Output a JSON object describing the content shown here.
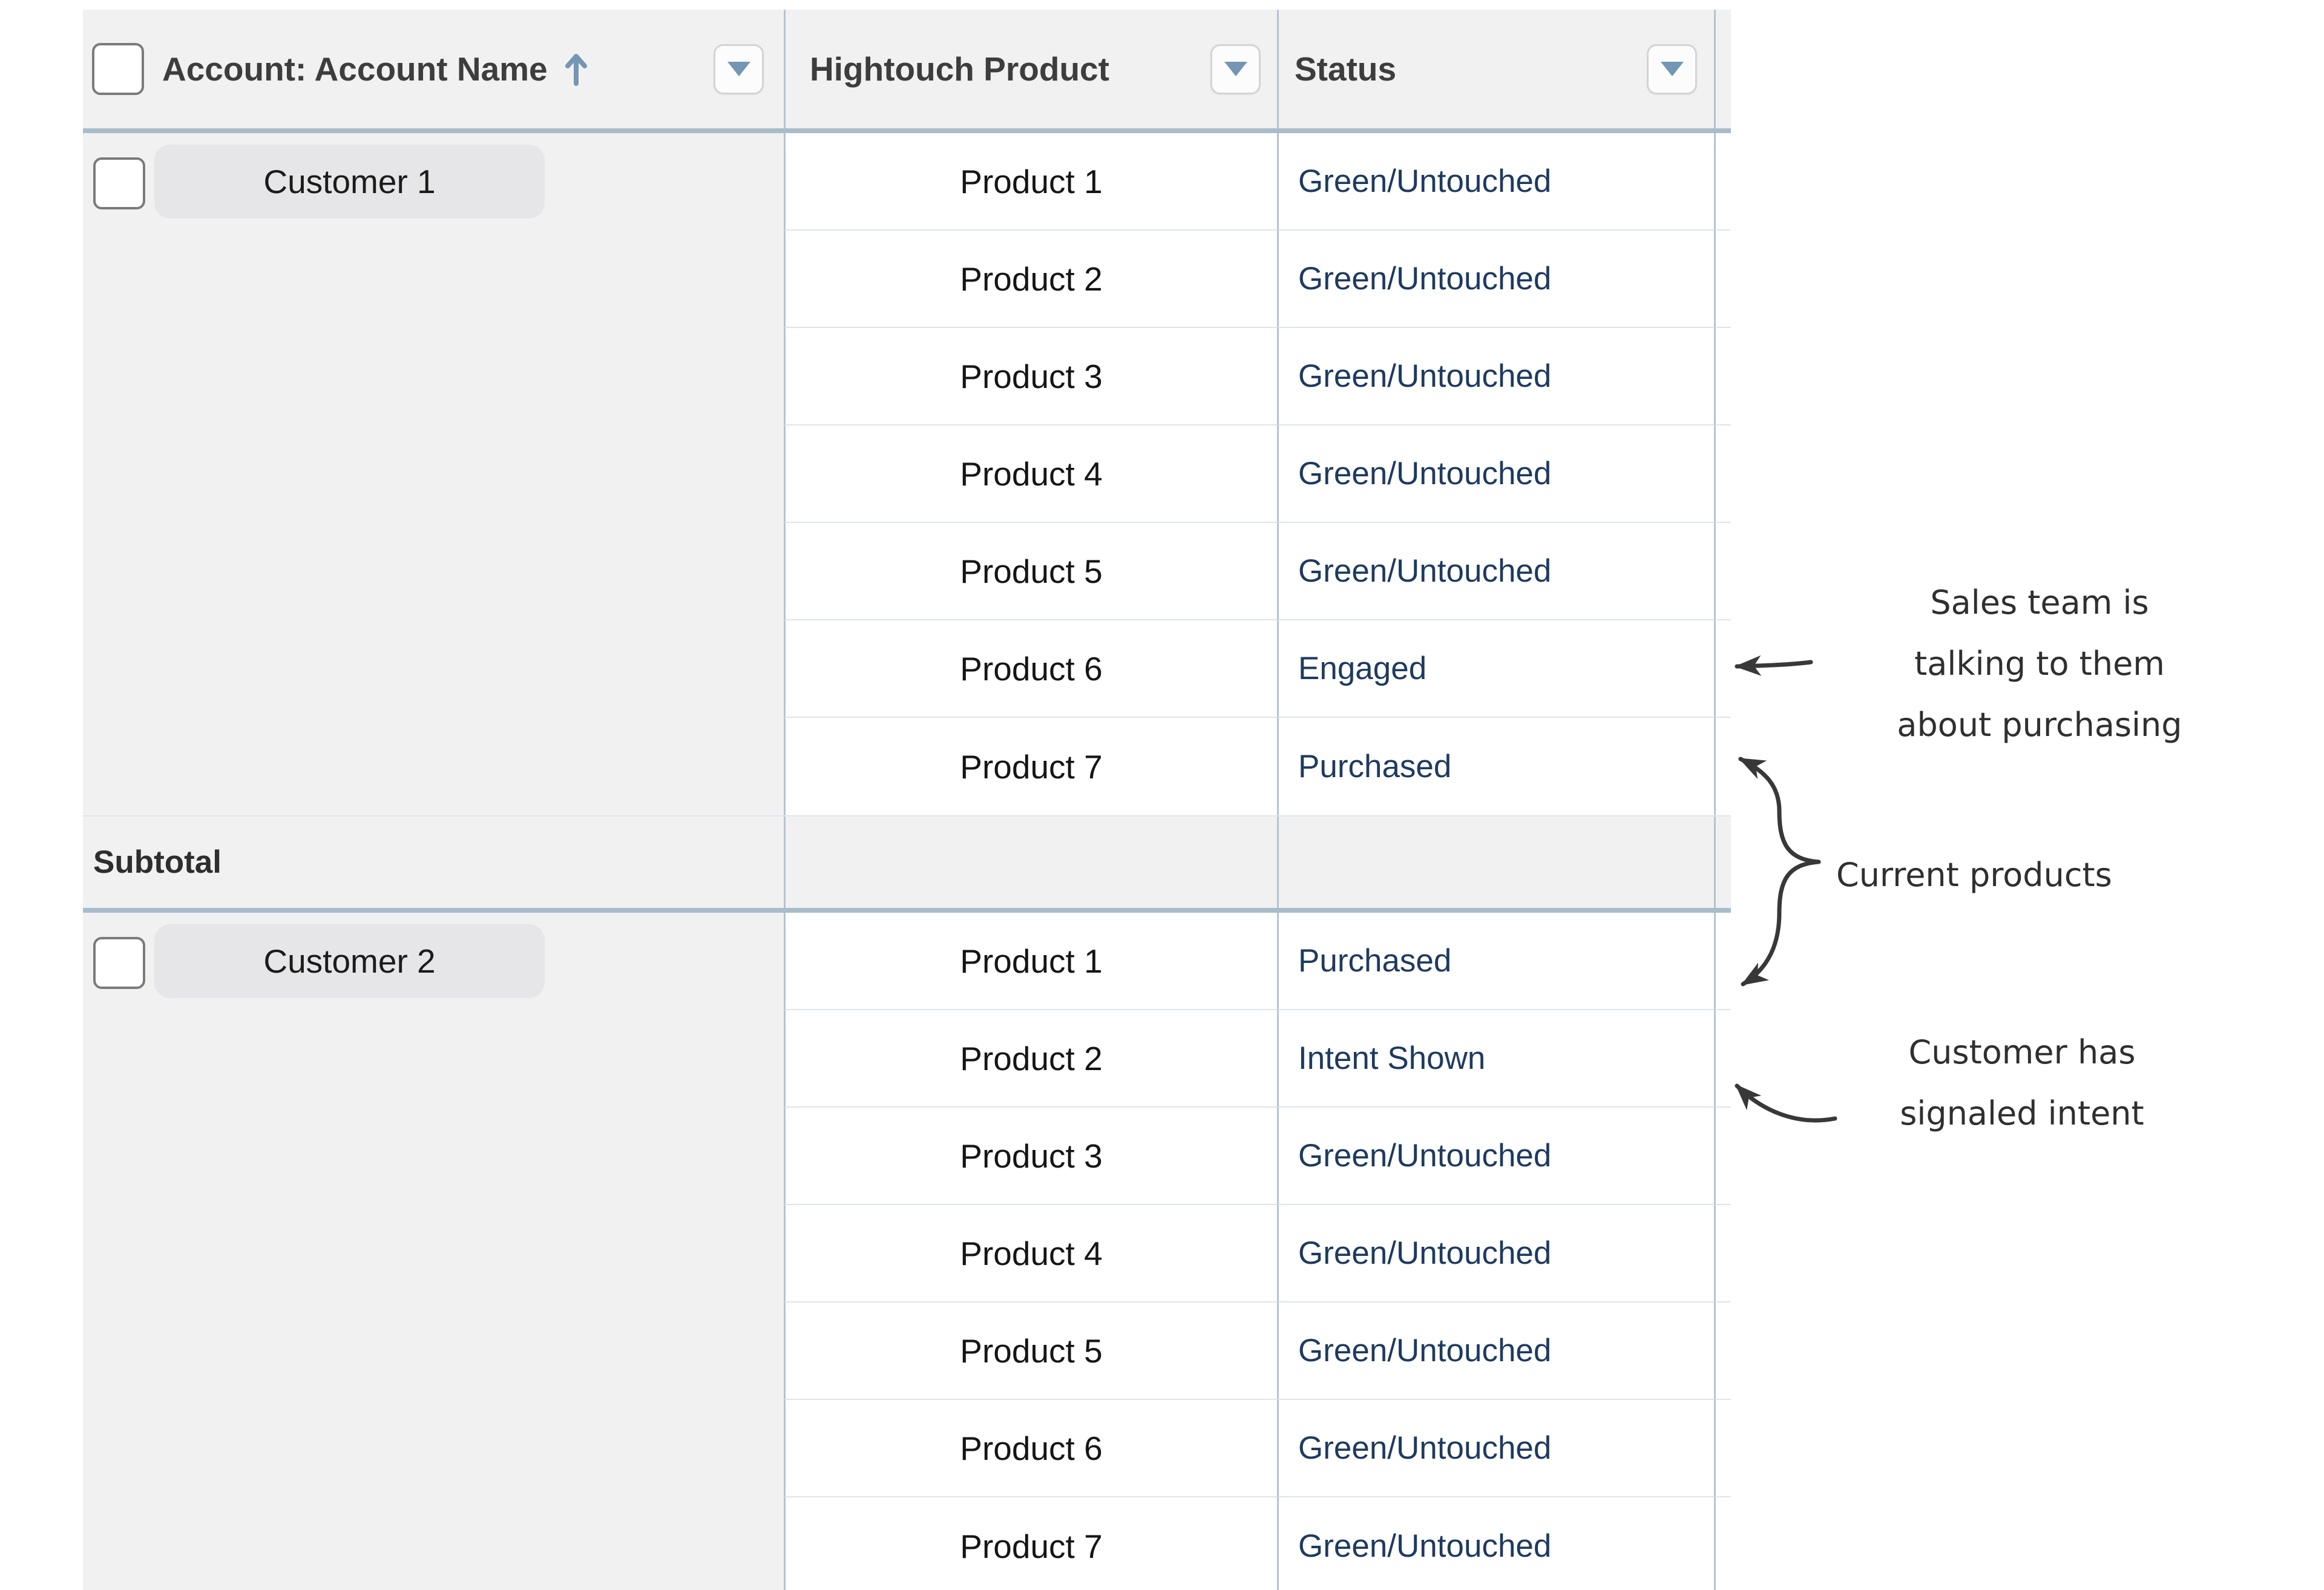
{
  "header": {
    "columns": [
      {
        "label": "Account: Account Name",
        "sorted": "ascending",
        "has_filter_dropdown": true
      },
      {
        "label": "Hightouch Product",
        "has_filter_dropdown": true
      },
      {
        "label": "Status",
        "has_filter_dropdown": true
      }
    ]
  },
  "groups": {
    "customer1": {
      "name": "Customer 1",
      "rows": [
        {
          "product": "Product 1",
          "status": "Green/Untouched"
        },
        {
          "product": "Product 2",
          "status": "Green/Untouched"
        },
        {
          "product": "Product 3",
          "status": "Green/Untouched"
        },
        {
          "product": "Product 4",
          "status": "Green/Untouched"
        },
        {
          "product": "Product 5",
          "status": "Green/Untouched"
        },
        {
          "product": "Product 6",
          "status": "Engaged"
        },
        {
          "product": "Product 7",
          "status": "Purchased"
        }
      ]
    },
    "customer2": {
      "name": "Customer 2",
      "rows": [
        {
          "product": "Product 1",
          "status": "Purchased"
        },
        {
          "product": "Product 2",
          "status": "Intent Shown"
        },
        {
          "product": "Product 3",
          "status": "Green/Untouched"
        },
        {
          "product": "Product 4",
          "status": "Green/Untouched"
        },
        {
          "product": "Product 5",
          "status": "Green/Untouched"
        },
        {
          "product": "Product 6",
          "status": "Green/Untouched"
        },
        {
          "product": "Product 7",
          "status": "Green/Untouched"
        }
      ]
    }
  },
  "subtotal": {
    "label": "Subtotal"
  },
  "annotations": {
    "sales": {
      "line1": "Sales team is",
      "line2": "talking to them",
      "line3": "about purchasing"
    },
    "current": {
      "label": "Current products"
    },
    "intent": {
      "line1": "Customer has",
      "line2": "signaled intent"
    }
  },
  "colors": {
    "header_bg": "#f1f1f2",
    "thick_border": "#a9bcca",
    "row_border": "#dee4ee",
    "column_divider": "#b4c4d2",
    "status_text": "#1e3a5f",
    "icon_blue": "#7496b5",
    "annotation_arrow": "#383838"
  }
}
